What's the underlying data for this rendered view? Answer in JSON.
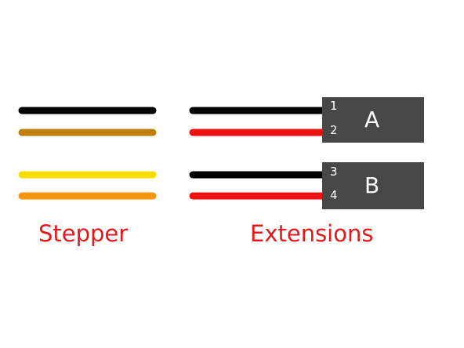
{
  "colors": {
    "black": "#000000",
    "brown": "#c07e0a",
    "yellow": "#f7dd00",
    "orange": "#f5960c",
    "red": "#ee1111",
    "connector": "#474747",
    "connector_text": "#ffffff",
    "label": "#e11b1b"
  },
  "stepper": {
    "label": "Stepper",
    "wires": [
      "black",
      "brown",
      "yellow",
      "orange"
    ]
  },
  "extensions": {
    "label": "Extensions",
    "connectors": [
      {
        "letter": "A",
        "pins": [
          {
            "number": "1",
            "wire": "black"
          },
          {
            "number": "2",
            "wire": "red"
          }
        ]
      },
      {
        "letter": "B",
        "pins": [
          {
            "number": "3",
            "wire": "black"
          },
          {
            "number": "4",
            "wire": "red"
          }
        ]
      }
    ]
  }
}
